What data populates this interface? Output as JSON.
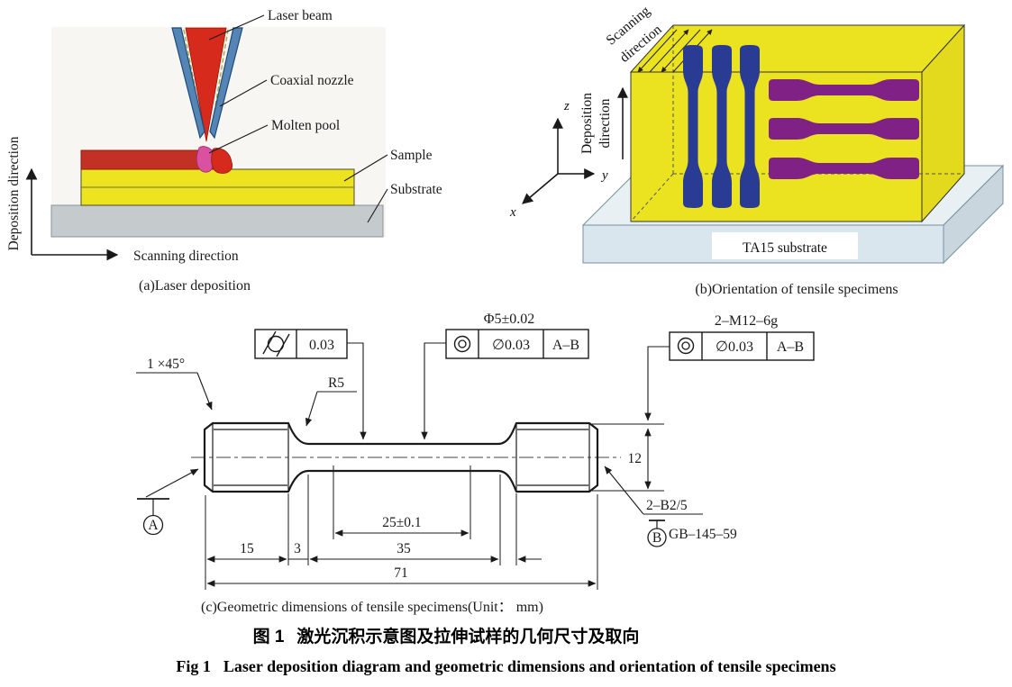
{
  "figure": {
    "caption_zh_prefix": "图 1",
    "caption_zh": "激光沉积示意图及拉伸试样的几何尺寸及取向",
    "caption_en_prefix": "Fig 1",
    "caption_en": "Laser deposition diagram and geometric dimensions and orientation of tensile specimens"
  },
  "panel_a": {
    "caption": "(a)Laser deposition",
    "labels": {
      "laser_beam": "Laser beam",
      "coaxial_nozzle": "Coaxial nozzle",
      "molten_pool": "Molten pool",
      "sample": "Sample",
      "substrate": "Substrate",
      "deposition_direction": "Deposition direction",
      "scanning_direction": "Scanning direction"
    },
    "colors": {
      "laser_beam": "#d62b1c",
      "nozzle": "#5585b5",
      "deposited_layer": "#c33124",
      "molten_pool": "#d9519f",
      "sample": "#ede41f",
      "substrate": "#c5cacd"
    }
  },
  "panel_b": {
    "caption": "(b)Orientation of tensile specimens",
    "labels": {
      "scanning_line1": "Scanning",
      "scanning_line2": "direction",
      "deposition_line1": "Deposition",
      "deposition_line2": "direction",
      "axis_x": "x",
      "axis_y": "y",
      "axis_z": "z",
      "substrate": "TA15 substrate"
    },
    "colors": {
      "build_block": "#ece320",
      "vertical_specimens": "#2a3b94",
      "horizontal_specimens": "#802185",
      "substrate": "#dae6ed"
    }
  },
  "panel_c": {
    "caption": "(c)Geometric dimensions of tensile specimens(Unit： mm)",
    "callouts": {
      "chamfer": "1 ×45°",
      "fillet_radius": "R5",
      "gauge_diameter": "Φ5±0.02",
      "thread_spec": "2–M12–6g",
      "undercut": "2–B2/5",
      "thread_standard": "GB–145–59"
    },
    "frames": {
      "cylindricity_value": "0.03",
      "gauge_runout_value": "∅0.03",
      "gauge_runout_datum": "A–B",
      "thread_runout_value": "∅0.03",
      "thread_runout_datum": "A–B"
    },
    "datums": {
      "a": "A",
      "b": "B"
    },
    "dimensions": {
      "head_length": "15",
      "fillet_zone": "3",
      "gauge_length": "25±0.1",
      "parallel_length": "35",
      "total_length": "71",
      "head_diameter": "12"
    }
  }
}
